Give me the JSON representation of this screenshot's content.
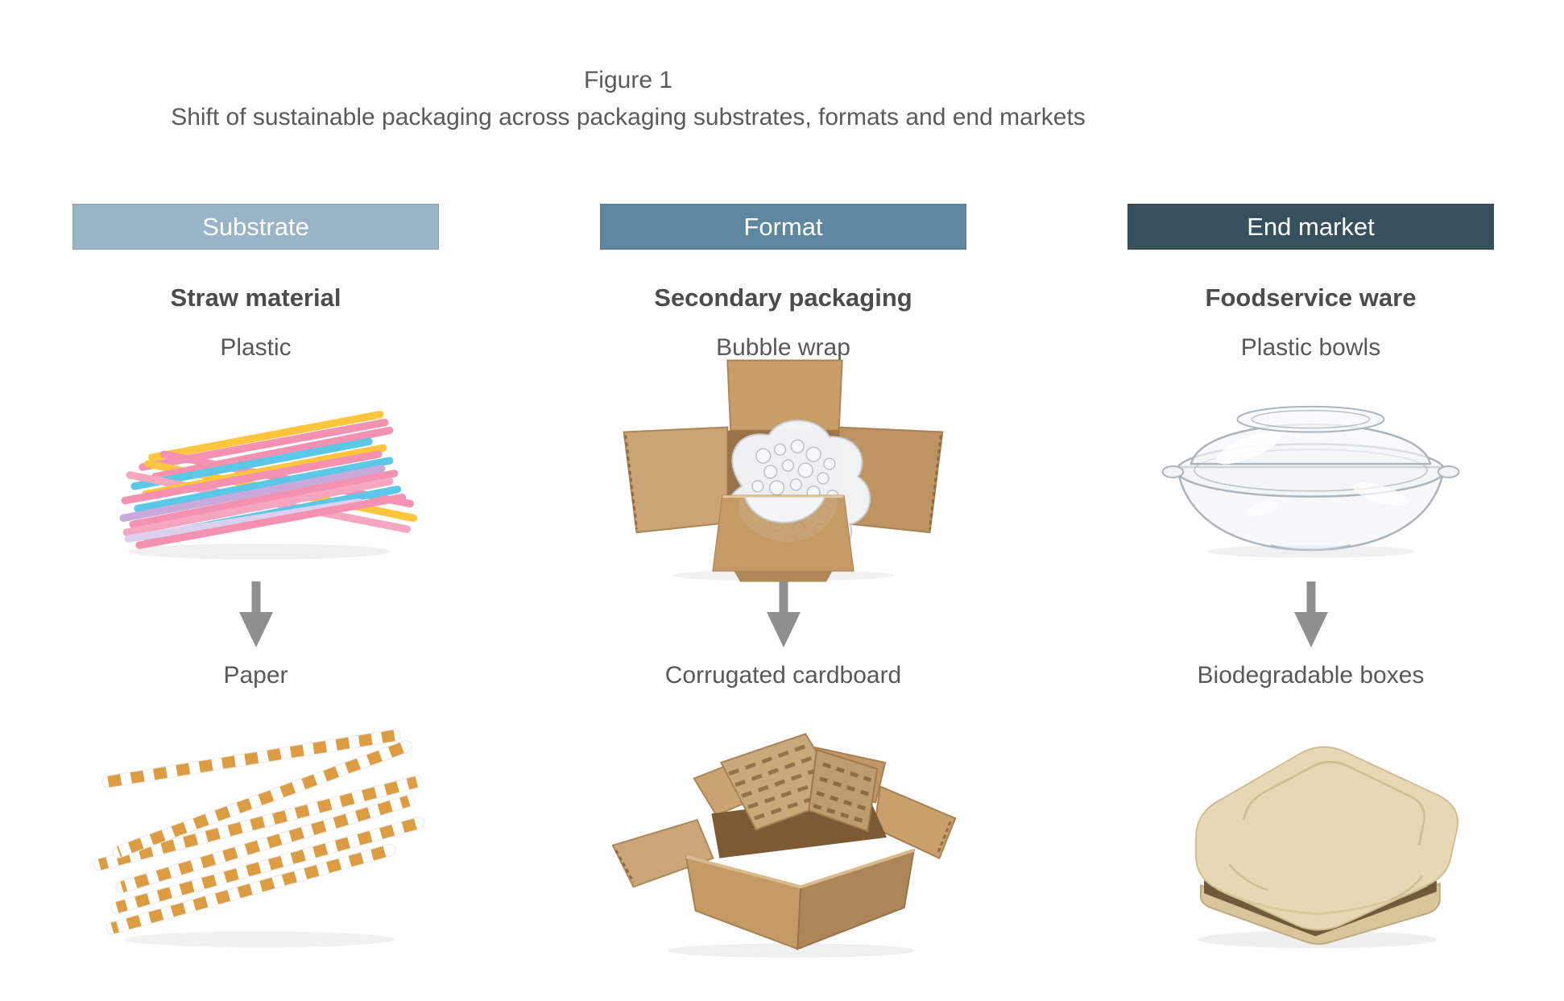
{
  "figure": {
    "title": "Figure 1",
    "subtitle": "Shift of sustainable packaging across packaging substrates, formats and end markets"
  },
  "colors": {
    "substrate_header_bg": "#99B3C7",
    "format_header_bg": "#5E87A2",
    "end_market_header_bg": "#36505D",
    "header_text": "#FFFFFF",
    "body_text": "#585858",
    "arrow": "#8F8F8F",
    "cardboard": "#C49B67",
    "paper_straw_stripe": "#DD9B42"
  },
  "columns": [
    {
      "header": "Substrate",
      "category": "Straw material",
      "from": {
        "label": "Plastic",
        "image": "plastic-straws"
      },
      "to": {
        "label": "Paper",
        "image": "paper-straws"
      }
    },
    {
      "header": "Format",
      "category": "Secondary packaging",
      "from": {
        "label": "Bubble wrap",
        "image": "open-box-with-bubble-wrap"
      },
      "to": {
        "label": "Corrugated cardboard",
        "image": "open-box-with-corrugated-cardboard"
      }
    },
    {
      "header": "End market",
      "category": "Foodservice ware",
      "from": {
        "label": "Plastic bowls",
        "image": "clear-plastic-bowl-with-lid"
      },
      "to": {
        "label": "Biodegradable boxes",
        "image": "biodegradable-clamshell-box"
      }
    }
  ]
}
